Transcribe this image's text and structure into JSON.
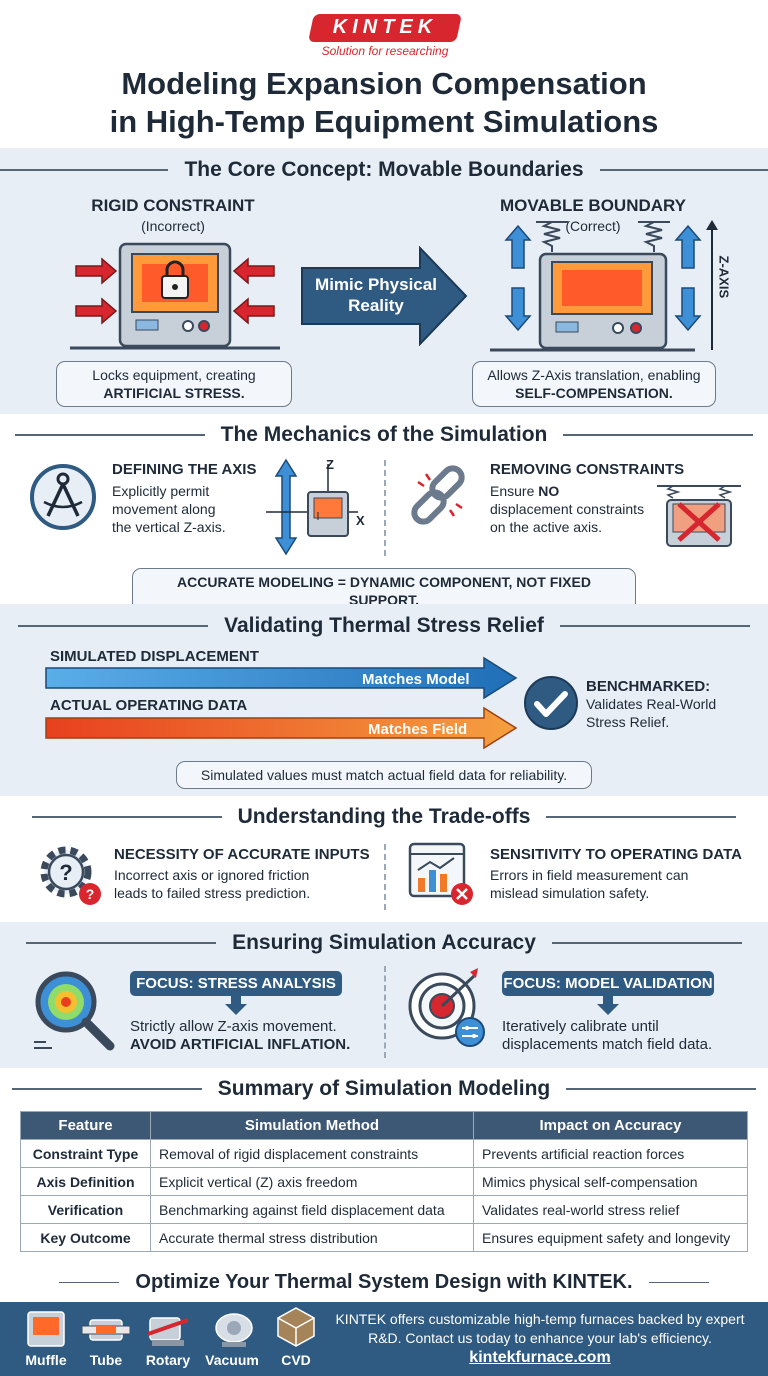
{
  "logo": {
    "brand": "KINTEK",
    "tagline": "Solution for researching"
  },
  "title": {
    "line1": "Modeling Expansion Compensation",
    "line2": "in High-Temp Equipment Simulations"
  },
  "core": {
    "title": "The Core Concept: Movable Boundaries",
    "left_heading": "RIGID CONSTRAINT",
    "left_sub": "(Incorrect)",
    "left_note1": "Locks equipment, creating",
    "left_note2": "ARTIFICIAL STRESS.",
    "arrow_text1": "Mimic Physical",
    "arrow_text2": "Reality",
    "right_heading": "MOVABLE BOUNDARY",
    "right_sub": "(Correct)",
    "axis_label": "Z-AXIS",
    "right_note1": "Allows Z-Axis translation, enabling",
    "right_note2": "SELF-COMPENSATION."
  },
  "mech": {
    "title": "The Mechanics of the Simulation",
    "a_heading": "DEFINING THE AXIS",
    "a_l1": "Explicitly permit",
    "a_l2": "movement along",
    "a_l3": "the vertical Z-axis.",
    "z": "Z",
    "x": "X",
    "b_heading": "REMOVING CONSTRAINTS",
    "b_l1a": "Ensure ",
    "b_l1b": "NO",
    "b_l2": "displacement constraints",
    "b_l3": "on the active axis.",
    "banner": "ACCURATE MODELING = DYNAMIC COMPONENT, NOT FIXED SUPPORT."
  },
  "valid": {
    "title": "Validating Thermal Stress Relief",
    "sim_label": "SIMULATED DISPLACEMENT",
    "sim_arrow": "Matches Model",
    "act_label": "ACTUAL OPERATING DATA",
    "act_arrow": "Matches Field",
    "bench_heading": "BENCHMARKED:",
    "bench_l1": "Validates Real-World",
    "bench_l2": "Stress Relief.",
    "note": "Simulated values must match actual field data for reliability."
  },
  "trade": {
    "title": "Understanding the Trade-offs",
    "a_heading": "NECESSITY OF ACCURATE INPUTS",
    "a_l1": "Incorrect axis or ignored friction",
    "a_l2": "leads to failed stress prediction.",
    "b_heading": "SENSITIVITY TO OPERATING DATA",
    "b_l1": "Errors in field measurement can",
    "b_l2": "mislead simulation safety."
  },
  "ensure": {
    "title": "Ensuring Simulation Accuracy",
    "a_focus": "FOCUS: STRESS ANALYSIS",
    "a_l1": "Strictly allow Z-axis movement.",
    "a_l2": "AVOID ARTIFICIAL INFLATION.",
    "b_focus": "FOCUS: MODEL VALIDATION",
    "b_l1": "Iteratively calibrate until",
    "b_l2": "displacements match field data."
  },
  "summary": {
    "title": "Summary of Simulation Modeling",
    "headers": [
      "Feature",
      "Simulation Method",
      "Impact on Accuracy"
    ],
    "rows": [
      [
        "Constraint Type",
        "Removal of rigid displacement constraints",
        "Prevents artificial reaction forces"
      ],
      [
        "Axis Definition",
        "Explicit vertical (Z) axis freedom",
        "Mimics physical self-compensation"
      ],
      [
        "Verification",
        "Benchmarking against field displacement data",
        "Validates real-world stress relief"
      ],
      [
        "Key Outcome",
        "Accurate thermal stress distribution",
        "Ensures equipment safety and longevity"
      ]
    ]
  },
  "cta": {
    "title": "Optimize Your Thermal System Design with KINTEK.",
    "products": [
      "Muffle",
      "Tube",
      "Rotary",
      "Vacuum",
      "CVD"
    ],
    "text1": "KINTEK offers customizable high-temp furnaces backed by expert",
    "text2": "R&D. Contact us today to enhance your lab's efficiency.",
    "url": "kintekfurnace.com"
  },
  "colors": {
    "navy": "#2f5a82",
    "red": "#d8262f",
    "orange": "#f07a2a",
    "blue": "#2f8fd6",
    "band": "#e8eef5"
  }
}
